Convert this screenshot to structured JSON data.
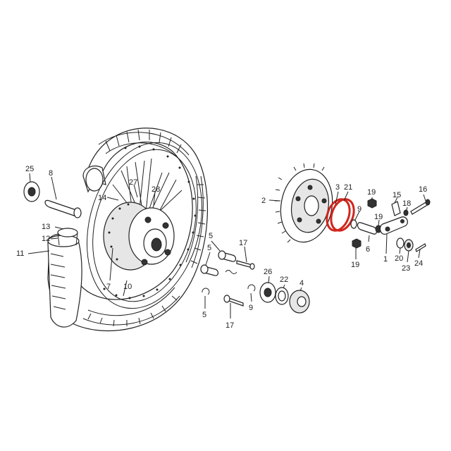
{
  "highlight_color": "#d0261d",
  "callouts": [
    {
      "id": "c25",
      "text": "25"
    },
    {
      "id": "c8",
      "text": "8"
    },
    {
      "id": "c27",
      "text": "27"
    },
    {
      "id": "c28",
      "text": "28"
    },
    {
      "id": "c14",
      "text": "14"
    },
    {
      "id": "c13",
      "text": "13"
    },
    {
      "id": "c12",
      "text": "12"
    },
    {
      "id": "c11",
      "text": "11"
    },
    {
      "id": "c7",
      "text": "7"
    },
    {
      "id": "c10",
      "text": "10"
    },
    {
      "id": "c2",
      "text": "2"
    },
    {
      "id": "c3",
      "text": "3"
    },
    {
      "id": "c21",
      "text": "21"
    },
    {
      "id": "c19a",
      "text": "19"
    },
    {
      "id": "c9a",
      "text": "9"
    },
    {
      "id": "c19b",
      "text": "19"
    },
    {
      "id": "c15",
      "text": "15"
    },
    {
      "id": "c18",
      "text": "18"
    },
    {
      "id": "c16",
      "text": "16"
    },
    {
      "id": "c6",
      "text": "6"
    },
    {
      "id": "c1",
      "text": "1"
    },
    {
      "id": "c19c",
      "text": "19"
    },
    {
      "id": "c20",
      "text": "20"
    },
    {
      "id": "c23",
      "text": "23"
    },
    {
      "id": "c24",
      "text": "24"
    },
    {
      "id": "c5a",
      "text": "5"
    },
    {
      "id": "c17a",
      "text": "17"
    },
    {
      "id": "c5b",
      "text": "5"
    },
    {
      "id": "c26",
      "text": "26"
    },
    {
      "id": "c22",
      "text": "22"
    },
    {
      "id": "c4",
      "text": "4"
    },
    {
      "id": "c9b",
      "text": "9"
    },
    {
      "id": "c5c",
      "text": "5"
    },
    {
      "id": "c17b",
      "text": "17"
    }
  ]
}
